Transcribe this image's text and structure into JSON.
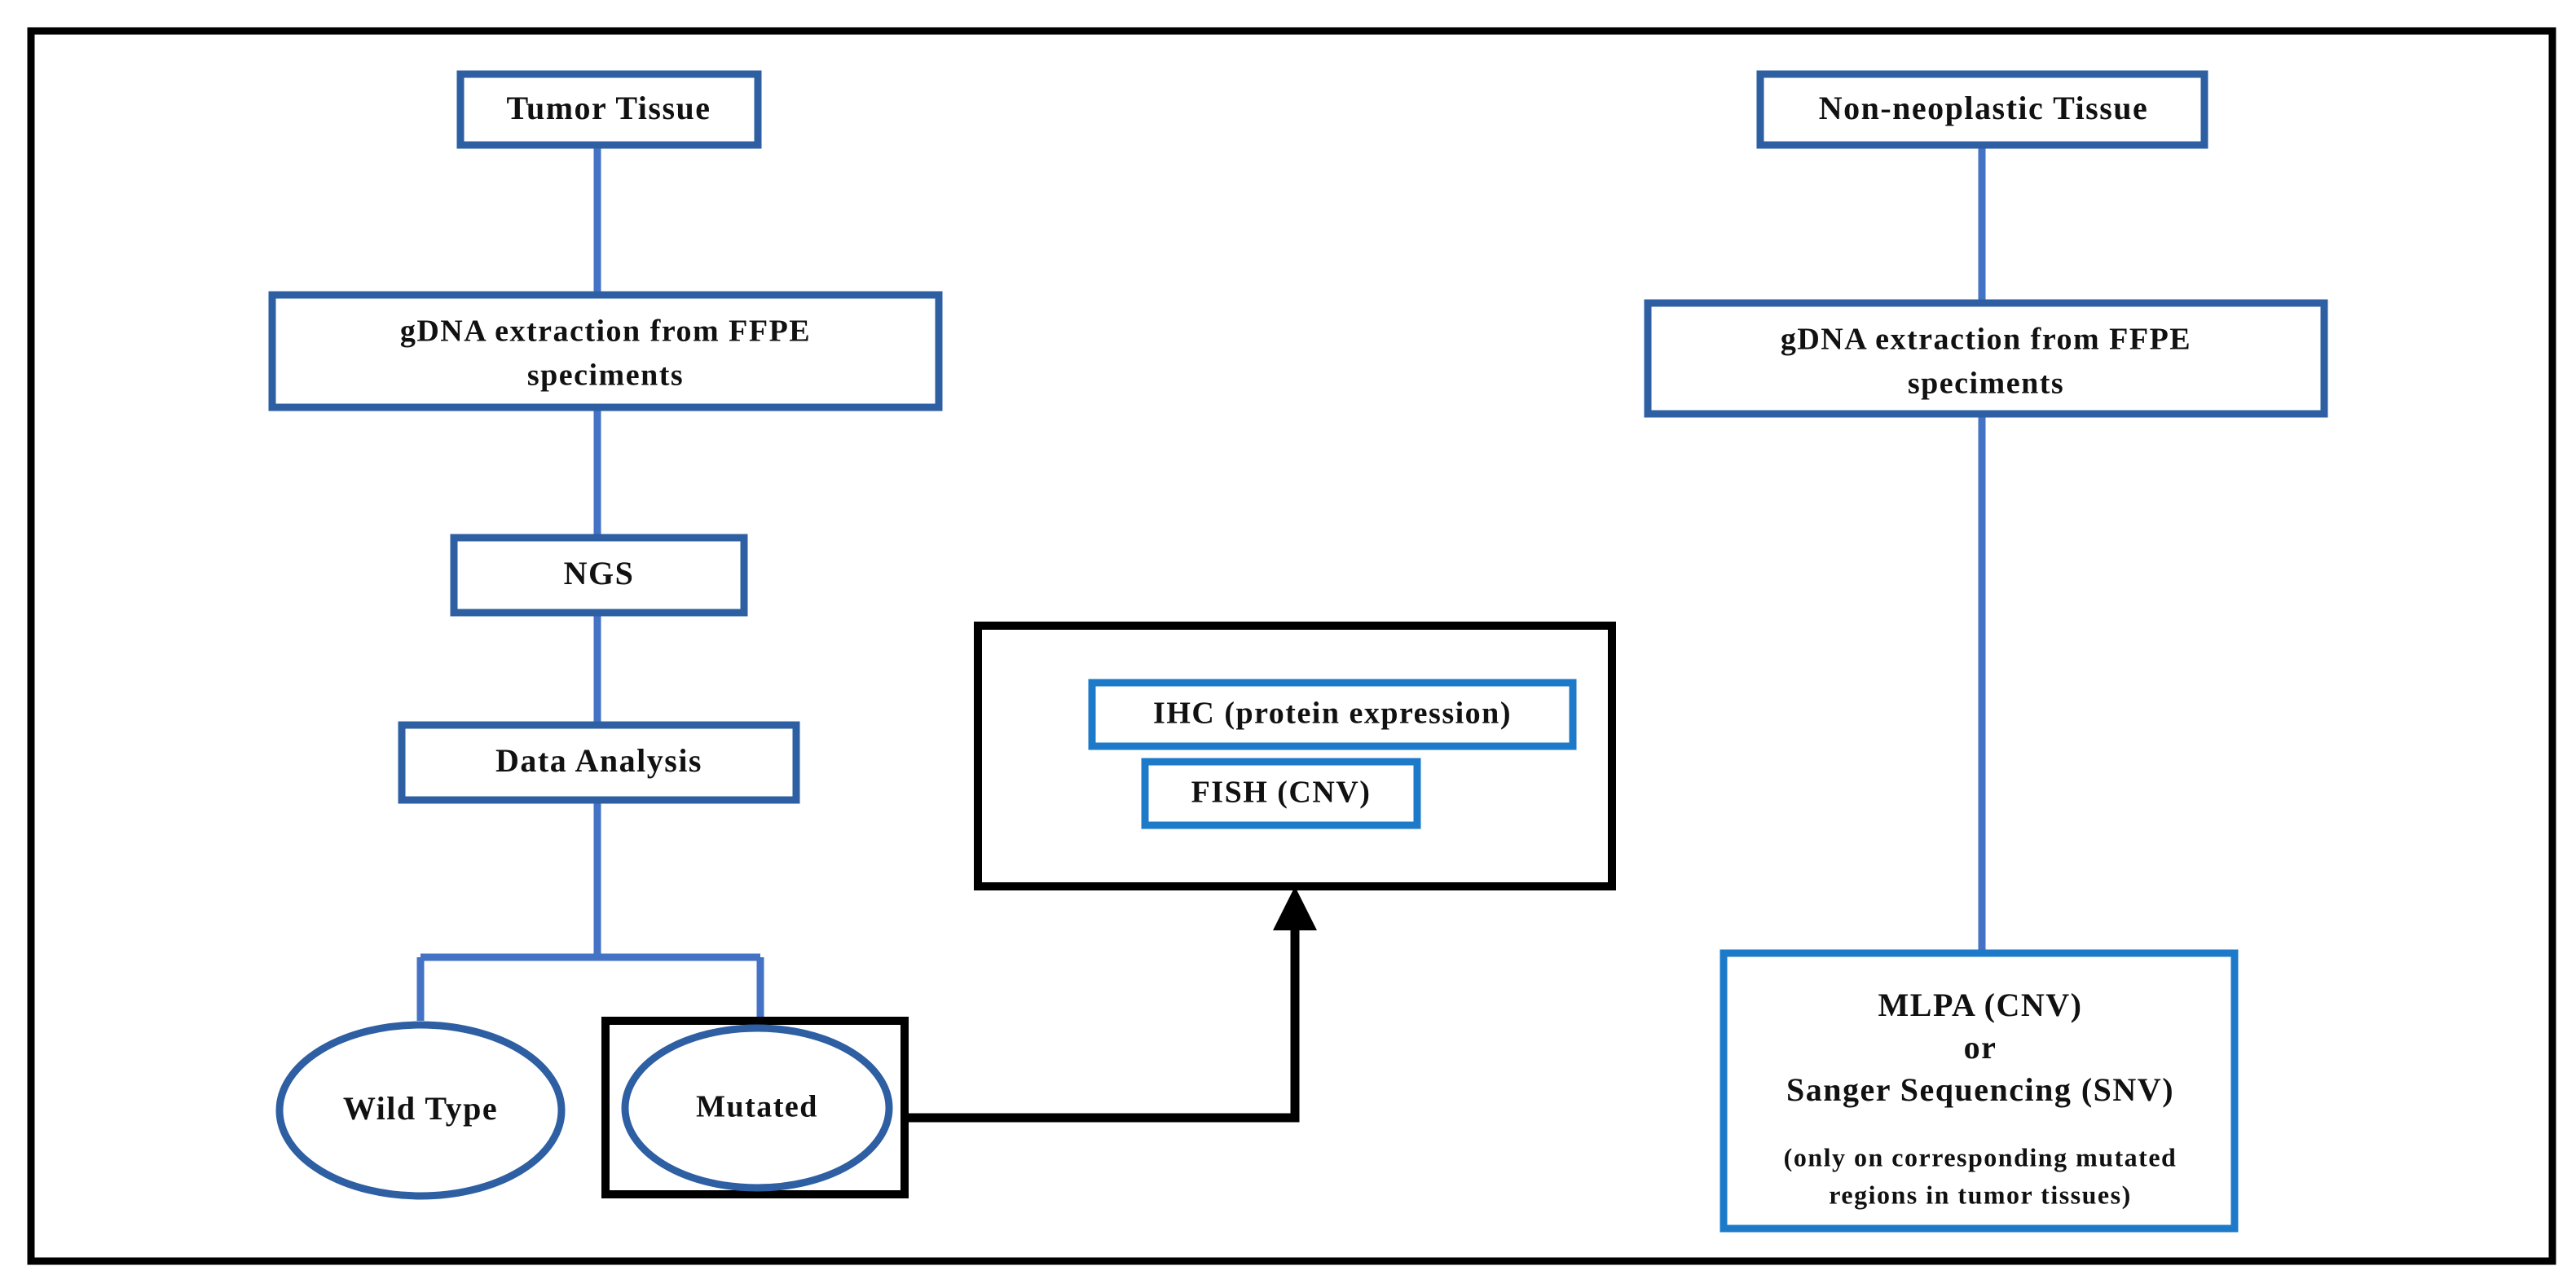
{
  "diagram": {
    "title": "Molecular diagnostic workflow flowchart",
    "colors": {
      "box_border_dark_blue": "#2E5FA3",
      "box_border_bright_blue": "#1C7AC8",
      "connector_blue": "#4472C4",
      "connector_black": "#000000",
      "frame_black": "#000000",
      "background": "#FFFFFF",
      "text": "#111111"
    },
    "nodes": {
      "tumor_tissue": {
        "label": "Tumor Tissue"
      },
      "gdna_tumor": {
        "line1": "gDNA  extraction  from  FFPE",
        "line2": "speciments"
      },
      "ngs": {
        "label": "NGS"
      },
      "data_analysis": {
        "label": "Data  Analysis"
      },
      "wild_type": {
        "label": "Wild Type"
      },
      "mutated": {
        "label": "Mutated"
      },
      "ihc": {
        "label": "IHC  (protein  expression)"
      },
      "fish": {
        "label": "FISH  (CNV)"
      },
      "non_neoplastic_tissue": {
        "label": "Non-neoplastic  Tissue"
      },
      "gdna_normal": {
        "line1": "gDNA  extraction  from  FFPE",
        "line2": "speciments"
      },
      "mlpa_sanger": {
        "line1": "MLPA  (CNV)",
        "line2": "or",
        "line3": "Sanger Sequencing  (SNV)",
        "note_line1": "(only on corresponding mutated",
        "note_line2": "regions in tumor tissues)"
      }
    }
  }
}
